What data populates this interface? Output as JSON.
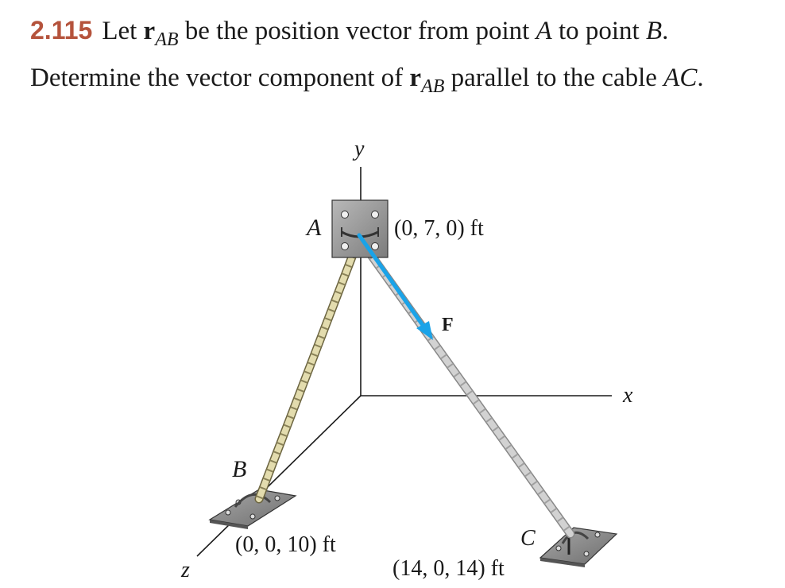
{
  "problem": {
    "number": "2.115",
    "line1": {
      "t1": "Let",
      "vec": "r",
      "sub": "AB",
      "t2": "be the position vector from point",
      "pA": "A",
      "t3": "to point",
      "pB": "B",
      "end": "."
    },
    "line2": {
      "t1": "Determine the vector component of",
      "vec": "r",
      "sub": "AB",
      "t2": "parallel to the cable",
      "cable": "AC",
      "end": "."
    }
  },
  "figure": {
    "axis_y": "y",
    "axis_x": "x",
    "axis_z": "z",
    "point_a": "A",
    "point_b": "B",
    "point_c": "C",
    "coord_a": "(0, 7, 0) ft",
    "coord_b": "(0, 0, 10) ft",
    "coord_c": "(14, 0, 14) ft",
    "force": "F",
    "colors": {
      "accent": "#b5533c",
      "force_arrow": "#1aa3e8",
      "rope_ab": "#e3dcae",
      "cable_ac": "#c8c8c8",
      "plate": "#8c8c8c"
    }
  }
}
